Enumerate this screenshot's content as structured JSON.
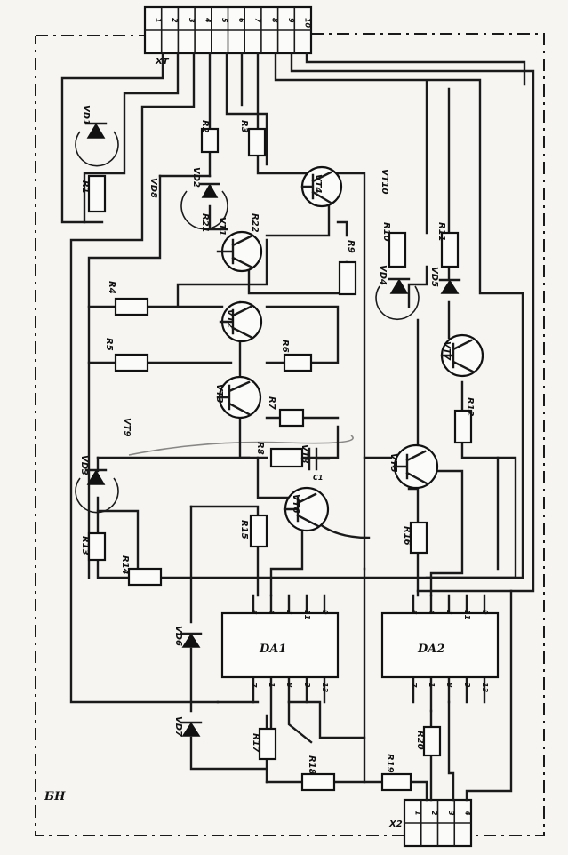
{
  "connector_top": {
    "name": "XT",
    "pins": [
      "1",
      "2",
      "3",
      "4",
      "5",
      "6",
      "7",
      "8",
      "9",
      "10"
    ]
  },
  "connector_bottom": {
    "name": "X2",
    "pins": [
      "1",
      "2",
      "3",
      "4"
    ]
  },
  "transistors": [
    "VT1",
    "VT2",
    "VT3",
    "VT4",
    "VT5",
    "VT6",
    "VT7",
    "VT8",
    "VT9",
    "VT10"
  ],
  "resistors": [
    "R1",
    "R2",
    "R3",
    "R4",
    "R5",
    "R6",
    "R7",
    "R8",
    "R9",
    "R10",
    "R11",
    "R12",
    "R13",
    "R14",
    "R15",
    "R16",
    "R17",
    "R18",
    "R19",
    "R20",
    "R21",
    "R22"
  ],
  "diodes": [
    "VD1",
    "VD2",
    "VD3",
    "VD4",
    "VD5",
    "VD6",
    "VD7",
    "VD8"
  ],
  "capacitor": "C1",
  "opamps": [
    {
      "name": "DA1",
      "top_pins": [
        "6",
        "4",
        "2",
        "11",
        "9"
      ],
      "bottom_pins": [
        "7",
        "1",
        "8",
        "3",
        "13"
      ]
    },
    {
      "name": "DA2",
      "top_pins": [
        "6",
        "4",
        "2",
        "11",
        "9"
      ],
      "bottom_pins": [
        "7",
        "1",
        "8",
        "3",
        "13"
      ]
    }
  ],
  "board_label": "БН"
}
